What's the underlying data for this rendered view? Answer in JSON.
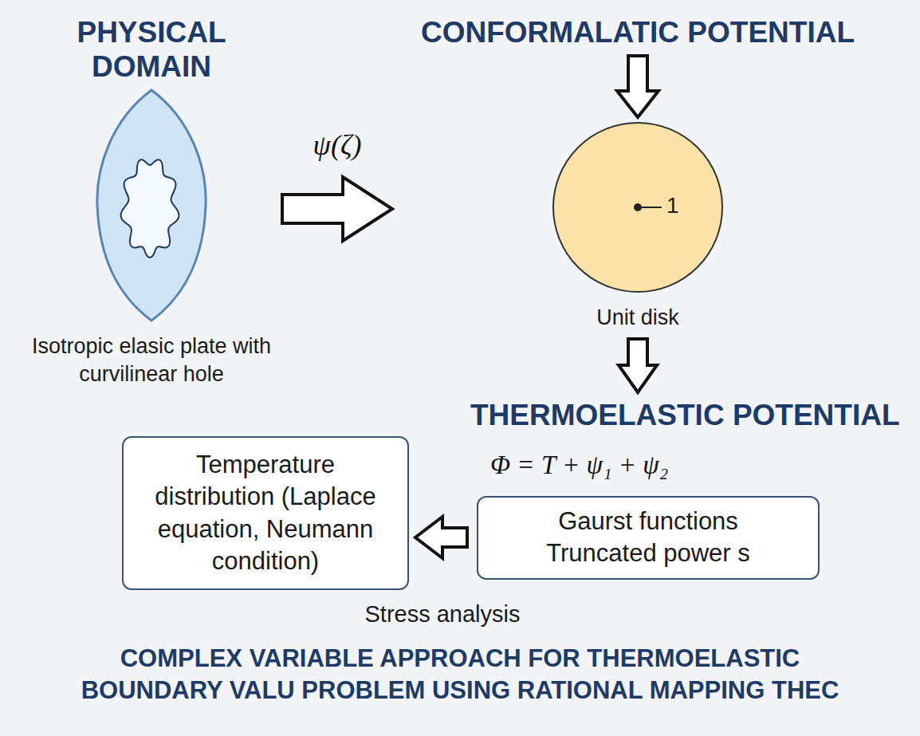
{
  "diagram": {
    "title": "COMPLEX VARIABLE APPROACH FOR THERMOELASTIC BOUNDARY VALU PROBLEM USING RATIONAL MAPPING THEC",
    "nodes": [
      {
        "text": [
          "PHYSICAL DOMAIN",
          "Isotropic elasic plate with curvilinear hole"
        ]
      },
      {
        "text": [
          "CONFORMALATIC POTENTIAL",
          "1",
          "Unit disk"
        ]
      },
      {
        "text": [
          "THERMOELASTIC POTENTIAL",
          "Φ = T + ψ₁ + ψ₂",
          "Gaurst functions Truncated power s"
        ]
      },
      {
        "text": [
          "Temperature distribution (Laplace equation, Neumann condition)"
        ]
      }
    ],
    "edges": [
      {
        "from": 0,
        "to": 1,
        "arrow": "to",
        "label": "ψ(ζ)"
      },
      {
        "from": 1,
        "to": 2,
        "arrow": "to"
      },
      {
        "from": 2,
        "to": 3,
        "arrow": "to"
      }
    ],
    "labels": [
      "Stress analysis"
    ]
  }
}
